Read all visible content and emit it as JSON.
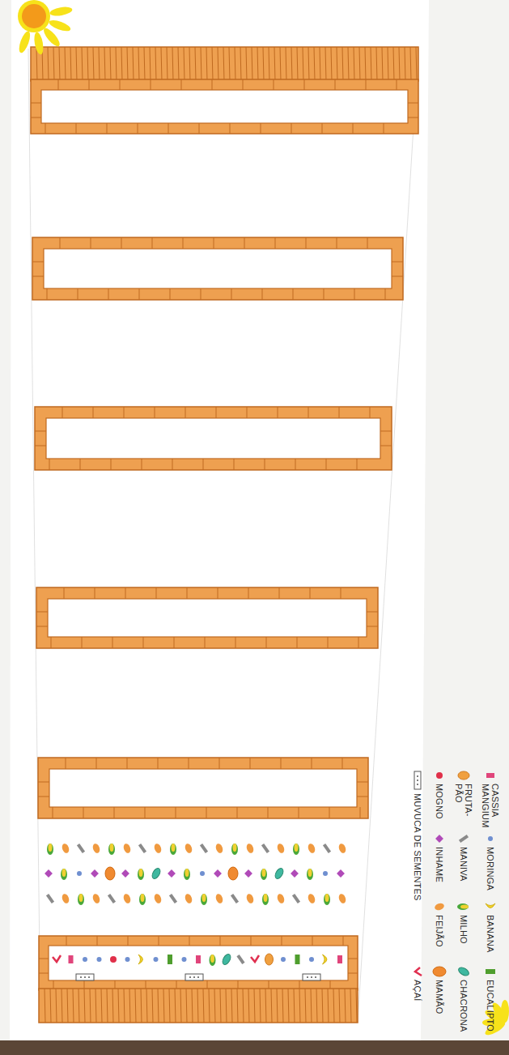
{
  "diagram": {
    "legend": [
      {
        "text": "CASSIA MANGIUM",
        "color": "#e0457b"
      },
      {
        "text": "MORINGA"
      },
      {
        "text": "BANANA"
      },
      {
        "text": "EUCALIPTO",
        "color": "#4f9e2e"
      },
      {
        "text": "FRUTA-PÃO"
      },
      {
        "text": "MANIVA"
      },
      {
        "text": "MILHO"
      },
      {
        "text": "CHACRONA"
      },
      {
        "text": "MOGNO"
      },
      {
        "text": "INHAME"
      },
      {
        "text": "FEIJÃO"
      },
      {
        "text": "MAMÃO"
      },
      {
        "text": "MUVUCA DE SEMENTES"
      },
      {
        "text": "AÇAÍ"
      }
    ]
  }
}
